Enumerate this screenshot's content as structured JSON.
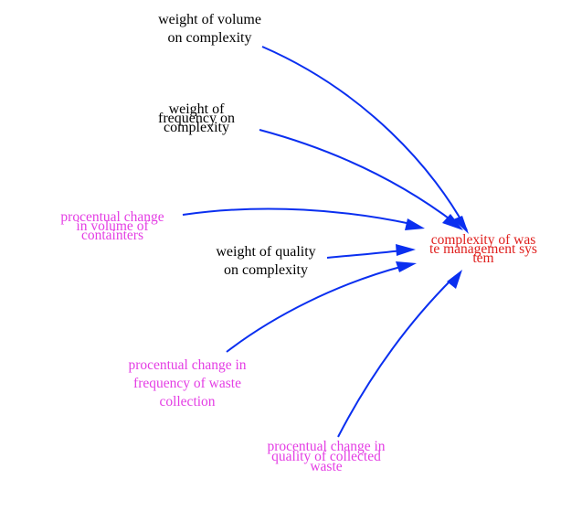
{
  "colors": {
    "arrow": "#0a2ff0",
    "auxiliary_text": "#000000",
    "source_text": "#e43ee4",
    "target_text": "#e0201e"
  },
  "nodes": {
    "weight_volume": {
      "lines": [
        "weight of volume",
        "on complexity"
      ]
    },
    "weight_frequency": {
      "lines": [
        "weight of",
        "frequency on",
        "complexity"
      ]
    },
    "change_volume": {
      "lines": [
        "procentual change",
        "in volume of",
        "containters"
      ]
    },
    "weight_quality": {
      "lines": [
        "weight of quality",
        "on complexity"
      ]
    },
    "change_frequency": {
      "lines": [
        "procentual change in",
        "frequency of waste",
        "collection"
      ]
    },
    "change_quality": {
      "lines": [
        "procentual change in",
        "quality of collected",
        "waste"
      ]
    },
    "complexity": {
      "lines": [
        "complexity of was",
        "te management sys",
        "tem"
      ]
    }
  }
}
